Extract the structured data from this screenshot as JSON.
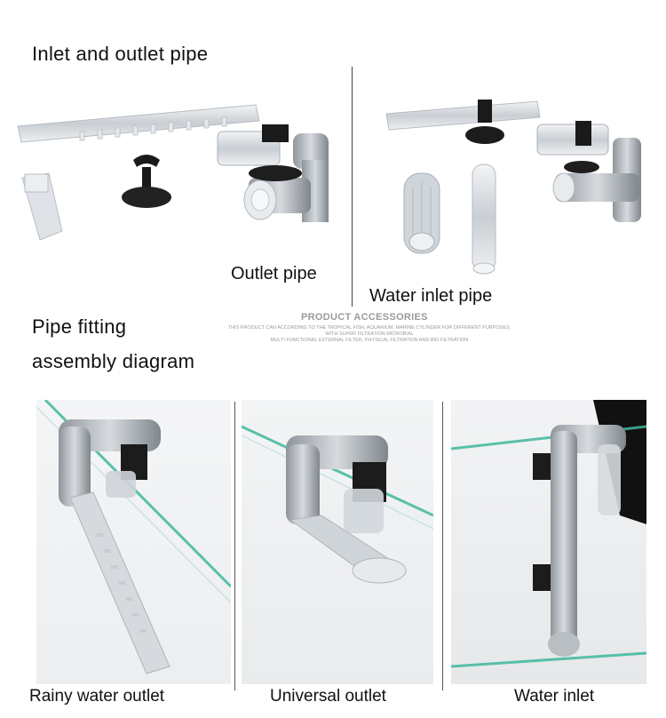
{
  "top": {
    "heading": "Inlet and outlet pipe",
    "outlet_caption": "Outlet pipe",
    "inlet_caption": "Water inlet pipe"
  },
  "accessories": {
    "title": "PRODUCT ACCESSORIES",
    "lines": [
      "THIS PRODUCT CAN ACCORDING TO THE TROPICAL FISH, AQUARIUM, MARINE CYLINDER FOR DIFFERENT PURPOSES,",
      "WITH SUPER FILTRATION MICROBIAL",
      "MULTI FUNCTIONAL EXTERNAL FILTER, PHYSICAL FILTRATION AND BIO FILTRATION"
    ]
  },
  "fitting": {
    "line1": "Pipe fitting",
    "line2": "assembly diagram"
  },
  "bottom": {
    "captions": [
      "Rainy water outlet",
      "Universal outlet",
      "Water inlet"
    ]
  },
  "colors": {
    "pipe": "#d8dde2",
    "metal": "#a9afb5",
    "glass_edge": "#3fb89c",
    "clip": "#1a1a1a"
  }
}
